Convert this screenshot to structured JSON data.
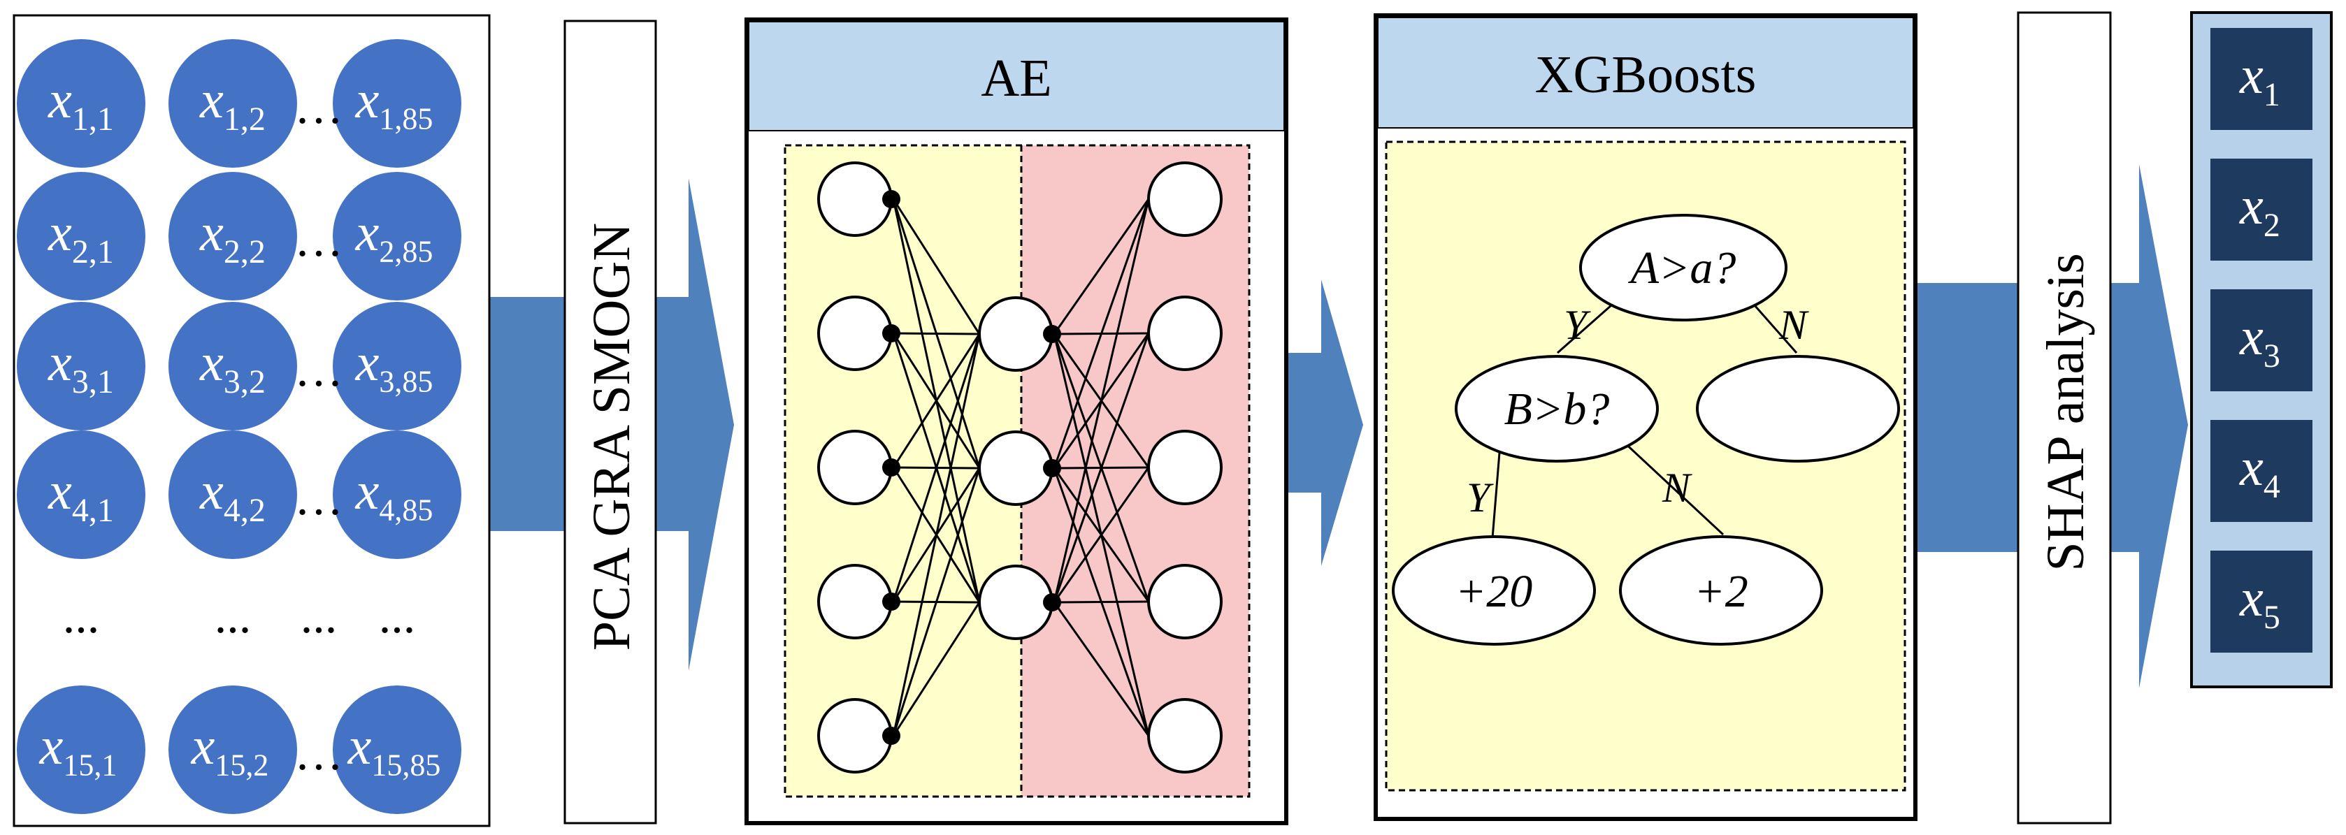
{
  "input_matrix": {
    "rows": [
      {
        "c1": {
          "base": "x",
          "sub": "1,1"
        },
        "c2": {
          "base": "x",
          "sub": "1,2"
        },
        "c3": {
          "base": "x",
          "sub": "1,85"
        }
      },
      {
        "c1": {
          "base": "x",
          "sub": "2,1"
        },
        "c2": {
          "base": "x",
          "sub": "2,2"
        },
        "c3": {
          "base": "x",
          "sub": "2,85"
        }
      },
      {
        "c1": {
          "base": "x",
          "sub": "3,1"
        },
        "c2": {
          "base": "x",
          "sub": "3,2"
        },
        "c3": {
          "base": "x",
          "sub": "3,85"
        }
      },
      {
        "c1": {
          "base": "x",
          "sub": "4,1"
        },
        "c2": {
          "base": "x",
          "sub": "4,2"
        },
        "c3": {
          "base": "x",
          "sub": "4,85"
        }
      },
      {
        "c1": {
          "base": "x",
          "sub": "15,1"
        },
        "c2": {
          "base": "x",
          "sub": "15,2"
        },
        "c3": {
          "base": "x",
          "sub": "15,85"
        }
      }
    ],
    "ellipsis": "…",
    "gap_ellipsis": "..."
  },
  "preprocess_label": "PCA GRA SMOGN",
  "ae": {
    "title": "AE",
    "layers": [
      5,
      3,
      5
    ]
  },
  "xgb": {
    "title": "XGBoosts",
    "root": "A>a?",
    "node_left": "B>b?",
    "leaf_left": "+20",
    "leaf_right": "+2",
    "yes": "Y",
    "no": "N"
  },
  "shap_label": "SHAP analysis",
  "output_features": [
    {
      "base": "x",
      "sub": "1"
    },
    {
      "base": "x",
      "sub": "2"
    },
    {
      "base": "x",
      "sub": "3"
    },
    {
      "base": "x",
      "sub": "4"
    },
    {
      "base": "x",
      "sub": "5"
    }
  ],
  "colors": {
    "node_blue": "#4472C4",
    "arrow_blue": "#4F81BD",
    "header_blue": "#BDD7EE",
    "yellow": "#FFFFCC",
    "pink": "#F8C8C8",
    "output_bg": "#B8D1EA",
    "output_box": "#1F3A5F"
  }
}
